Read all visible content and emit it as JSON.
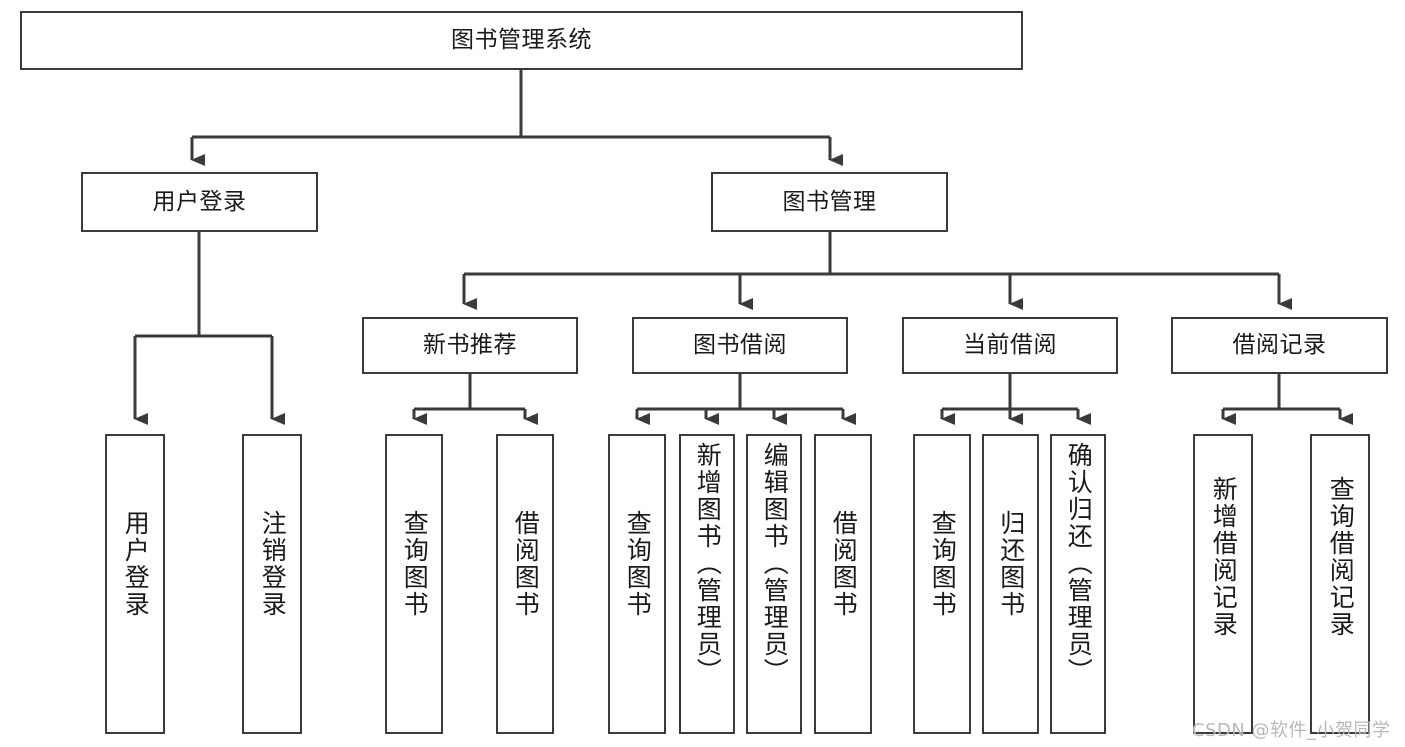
{
  "diagram": {
    "title": "图书管理系统",
    "type": "tree-hierarchy",
    "watermark": "CSDN @软件_小贺同学",
    "colors": {
      "stroke": "#3a3a3a",
      "fill": "#ffffff",
      "text": "#1a1a1a",
      "watermark": "#b8b8b8"
    },
    "nodes": {
      "root": {
        "label": "图书管理系统"
      },
      "level2": [
        {
          "id": "user-login",
          "label": "用户登录"
        },
        {
          "id": "book-manage",
          "label": "图书管理"
        }
      ],
      "level3": [
        {
          "id": "new-book-recommend",
          "label": "新书推荐"
        },
        {
          "id": "book-borrow",
          "label": "图书借阅"
        },
        {
          "id": "current-borrow",
          "label": "当前借阅"
        },
        {
          "id": "borrow-record",
          "label": "借阅记录"
        }
      ],
      "leaves": {
        "user_login": [
          {
            "id": "leaf-user-login",
            "label": "用户登录"
          },
          {
            "id": "leaf-logout",
            "label": "注销登录"
          }
        ],
        "new_book_recommend": [
          {
            "id": "leaf-query-book-1",
            "label": "查询图书"
          },
          {
            "id": "leaf-borrow-book-1",
            "label": "借阅图书"
          }
        ],
        "book_borrow": [
          {
            "id": "leaf-query-book-2",
            "label": "查询图书"
          },
          {
            "id": "leaf-add-book",
            "label": "新增图书（管理员）"
          },
          {
            "id": "leaf-edit-book",
            "label": "编辑图书（管理员）"
          },
          {
            "id": "leaf-borrow-book-2",
            "label": "借阅图书"
          }
        ],
        "current_borrow": [
          {
            "id": "leaf-query-book-3",
            "label": "查询图书"
          },
          {
            "id": "leaf-return-book",
            "label": "归还图书"
          },
          {
            "id": "leaf-confirm-return",
            "label": "确认归还（管理员）"
          }
        ],
        "borrow_record": [
          {
            "id": "leaf-add-record",
            "label": "新增借阅记录"
          },
          {
            "id": "leaf-query-record",
            "label": "查询借阅记录"
          }
        ]
      }
    }
  }
}
